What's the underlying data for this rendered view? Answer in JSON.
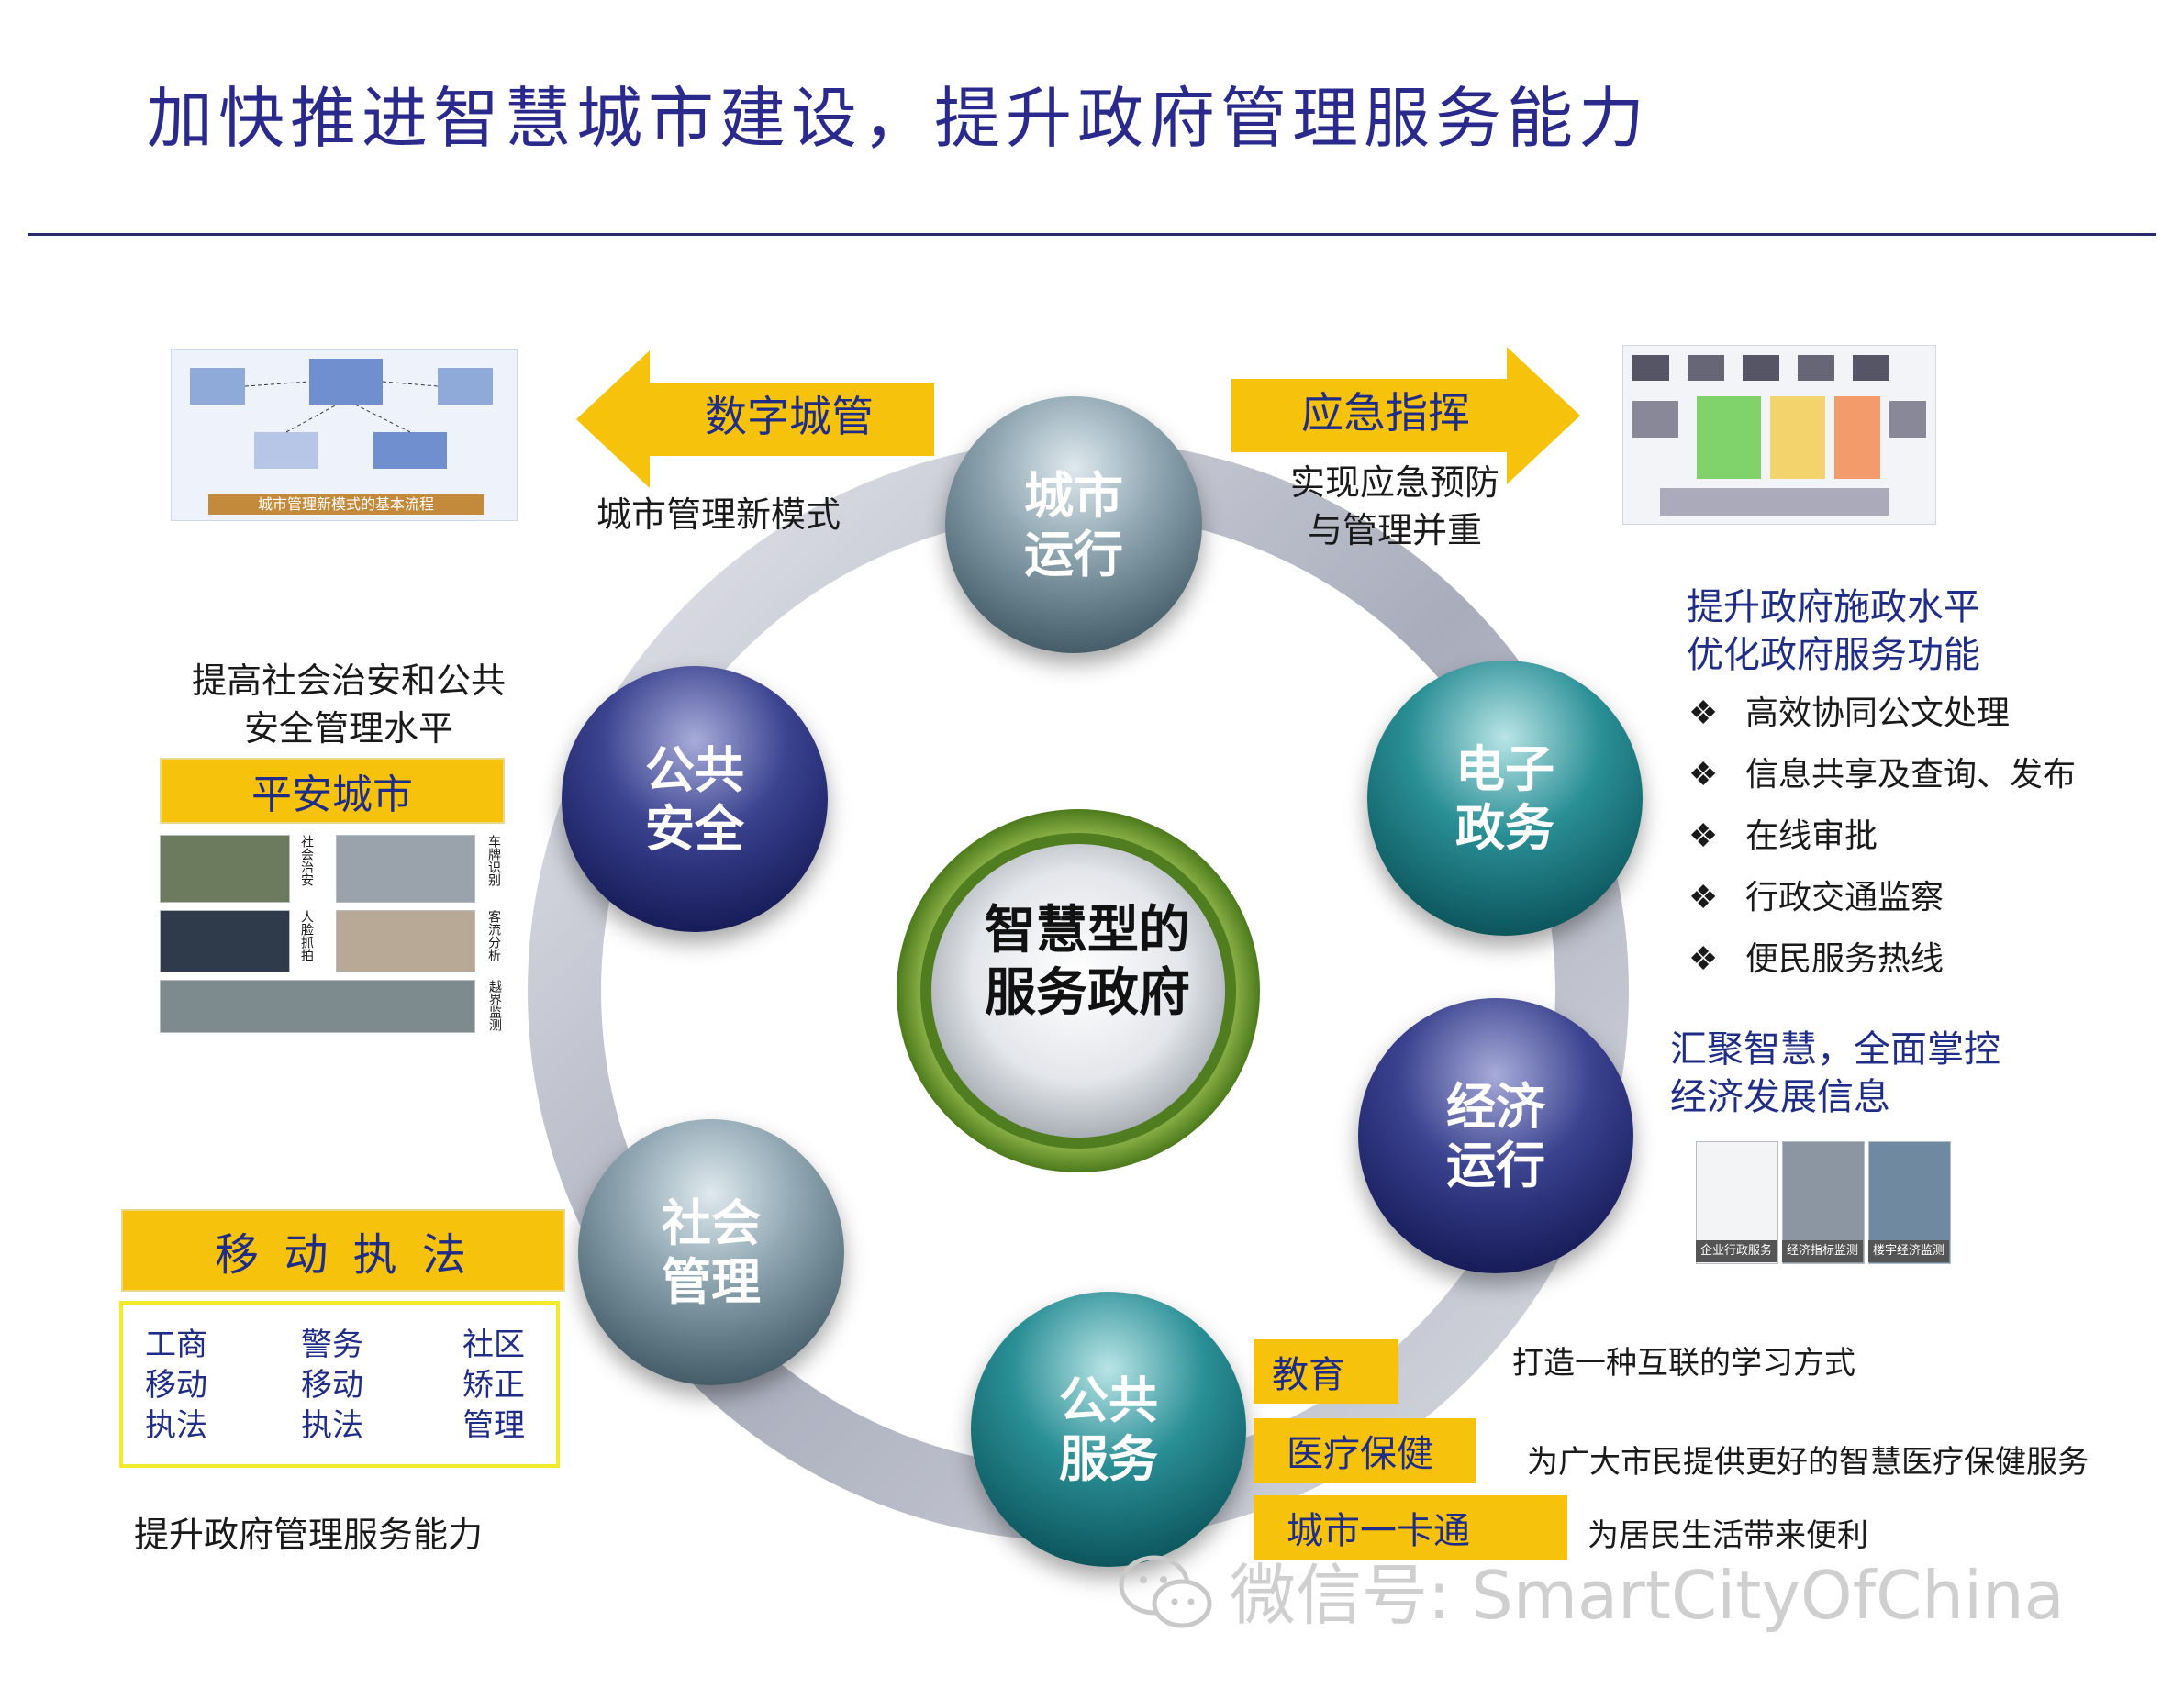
{
  "title": "加快推进智慧城市建设，提升政府管理服务能力",
  "center": {
    "line1": "智慧型的",
    "line2": "服务政府"
  },
  "nodes": {
    "city_operation": {
      "line1": "城市",
      "line2": "运行"
    },
    "e_government": {
      "line1": "电子",
      "line2": "政务"
    },
    "economy": {
      "line1": "经济",
      "line2": "运行"
    },
    "public_service": {
      "line1": "公共",
      "line2": "服务"
    },
    "social_management": {
      "line1": "社会",
      "line2": "管理"
    },
    "public_safety": {
      "line1": "公共",
      "line2": "安全"
    }
  },
  "digital_city": {
    "label": "数字城管",
    "caption": "城市管理新模式",
    "image_caption": "城市管理新模式的基本流程"
  },
  "emergency": {
    "label": "应急指挥",
    "caption_line1": "实现应急预防",
    "caption_line2": "与管理并重"
  },
  "e_gov_panel": {
    "heading_line1": "提升政府施政水平",
    "heading_line2": "优化政府服务功能",
    "items": [
      "高效协同公文处理",
      "信息共享及查询、发布",
      "在线审批",
      "行政交通监察",
      "便民服务热线"
    ],
    "bullet": "❖"
  },
  "economy_panel": {
    "heading_line1": "汇聚智慧，全面掌控",
    "heading_line2": "经济发展信息",
    "photo_labels": [
      "企业行政服务",
      "经济指标监测",
      "楼宇经济监测"
    ]
  },
  "safety_panel": {
    "heading_line1": "提高社会治安和公共",
    "heading_line2": "安全管理水平",
    "label": "平安城市",
    "photo_labels": [
      "社会治安",
      "车牌识别",
      "人脸抓拍",
      "客流分析",
      "越界监测"
    ]
  },
  "mobile_law": {
    "label": "移 动 执 法",
    "columns": [
      [
        "工商",
        "移动",
        "执法"
      ],
      [
        "警务",
        "移动",
        "执法"
      ],
      [
        "社区",
        "矫正",
        "管理"
      ]
    ],
    "footer": "提升政府管理服务能力"
  },
  "public_service_panel": {
    "rows": [
      {
        "label": "教育",
        "text": "打造一种互联的学习方式"
      },
      {
        "label": "医疗保健",
        "text": "为广大市民提供更好的智慧医疗保健服务"
      },
      {
        "label": "城市一卡通",
        "text": "为居民生活带来便利"
      }
    ]
  },
  "watermark": "微信号: SmartCityOfChina",
  "colors": {
    "title": "#2a2a8c",
    "accent_yellow": "#f6c20c",
    "ring": "#b9bcc8",
    "center_green": "#6e9e2e"
  }
}
